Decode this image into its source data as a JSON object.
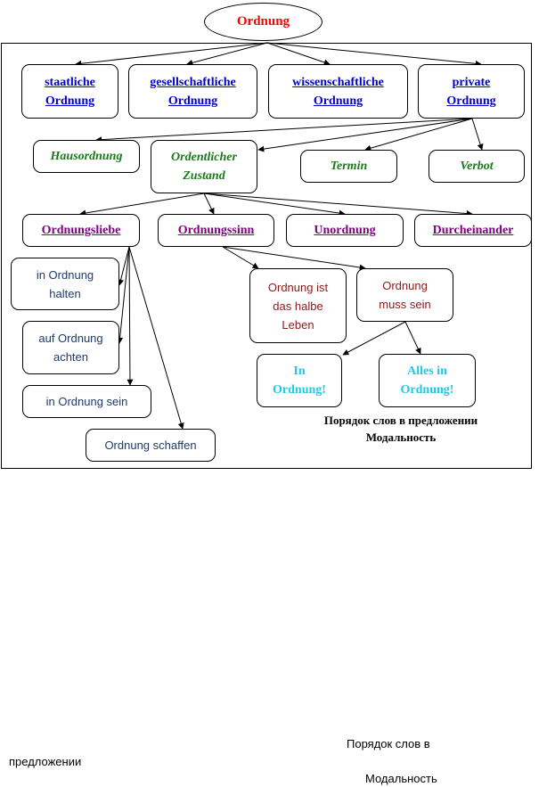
{
  "root": "Ordnung",
  "level1": [
    {
      "line1": "staatliche",
      "line2": "Ordnung"
    },
    {
      "line1": "gesellschaftliche",
      "line2": "Ordnung"
    },
    {
      "line1": "wissenschaftliche",
      "line2": "Ordnung"
    },
    {
      "line1": "private",
      "line2": "Ordnung"
    }
  ],
  "level2": [
    {
      "line1": "Hausordnung",
      "line2": ""
    },
    {
      "line1": "Ordentlicher",
      "line2": "Zustand"
    },
    {
      "line1": "Termin",
      "line2": ""
    },
    {
      "line1": "Verbot",
      "line2": ""
    }
  ],
  "level3": [
    "Ordnungsliebe",
    "Ordnungssinn",
    "Unordnung",
    "Durcheinander"
  ],
  "phrases": [
    {
      "line1": "in Ordnung",
      "line2": "halten"
    },
    {
      "line1": "auf Ordnung",
      "line2": "achten"
    },
    {
      "line1": "in Ordnung sein",
      "line2": ""
    },
    {
      "line1": "Ordnung schaffen",
      "line2": ""
    }
  ],
  "sayings": [
    {
      "line1": "Ordnung ist",
      "line2": "das halbe",
      "line3": "Leben"
    },
    {
      "line1": "Ordnung",
      "line2": "muss sein",
      "line3": ""
    }
  ],
  "exclamations": [
    {
      "line1": "In",
      "line2": "Ordnung!"
    },
    {
      "line1": "Alles in",
      "line2": "Ordnung!"
    }
  ],
  "caption": {
    "line1": "Порядок слов в предложении",
    "line2": "Модальность"
  },
  "footer": {
    "line1a": "Порядок слов в",
    "line1b": "предложении",
    "line2": "Модальность"
  }
}
